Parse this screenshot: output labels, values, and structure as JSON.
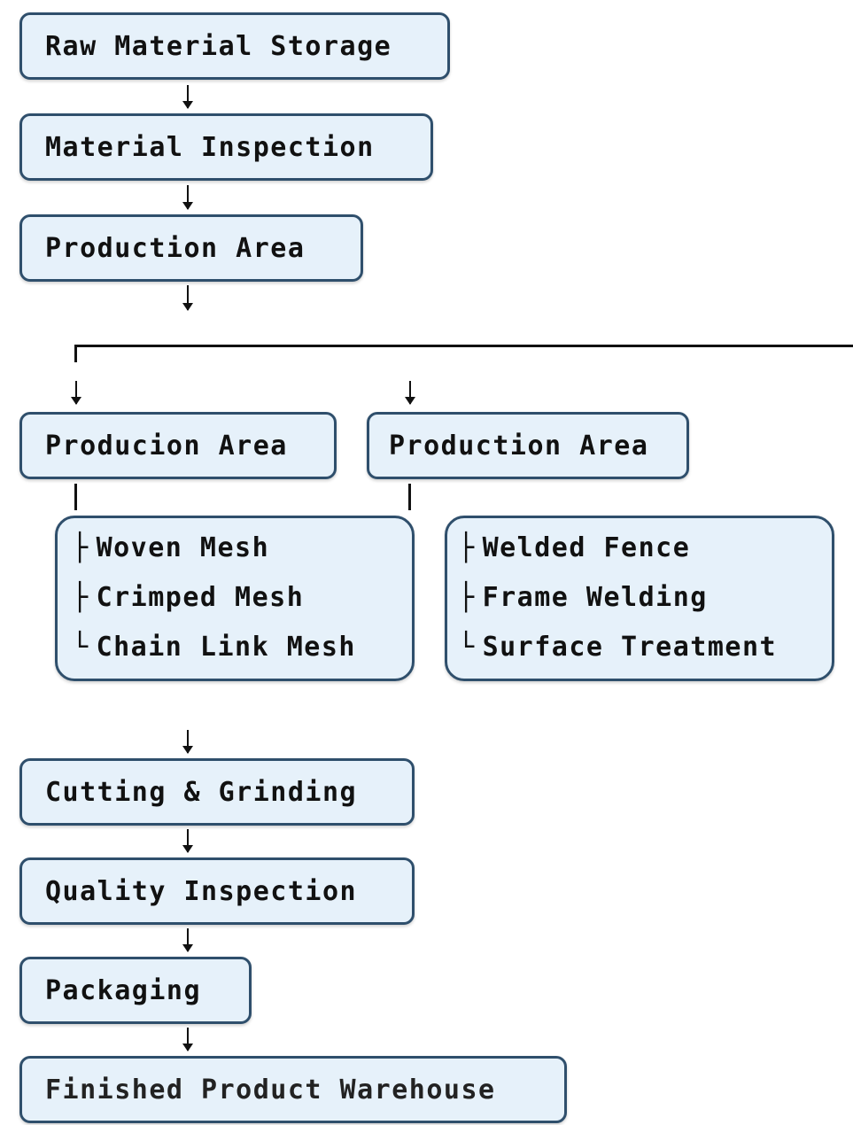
{
  "flow": {
    "raw_material_storage": "Raw Material Storage",
    "material_inspection": "Material Inspection",
    "production_area": "Production Area",
    "branch_left_title": "Producion Area",
    "branch_right_title": "Production Area",
    "branch_left_items": [
      "Woven Mesh",
      "Crimped Mesh",
      "Chain Link Mesh"
    ],
    "branch_right_items": [
      "Welded Fence",
      "Frame Welding",
      "Surface Treatment"
    ],
    "tree_glyphs": [
      "├",
      "├",
      "└"
    ],
    "cutting_grinding": "Cutting & Grinding",
    "quality_inspection": "Quality Inspection",
    "packaging": "Packaging",
    "finished_warehouse": "Finished Product Warehouse"
  },
  "colors": {
    "box_fill": "#e6f1fa",
    "box_border": "#2f4f6c",
    "connector": "#111111"
  }
}
